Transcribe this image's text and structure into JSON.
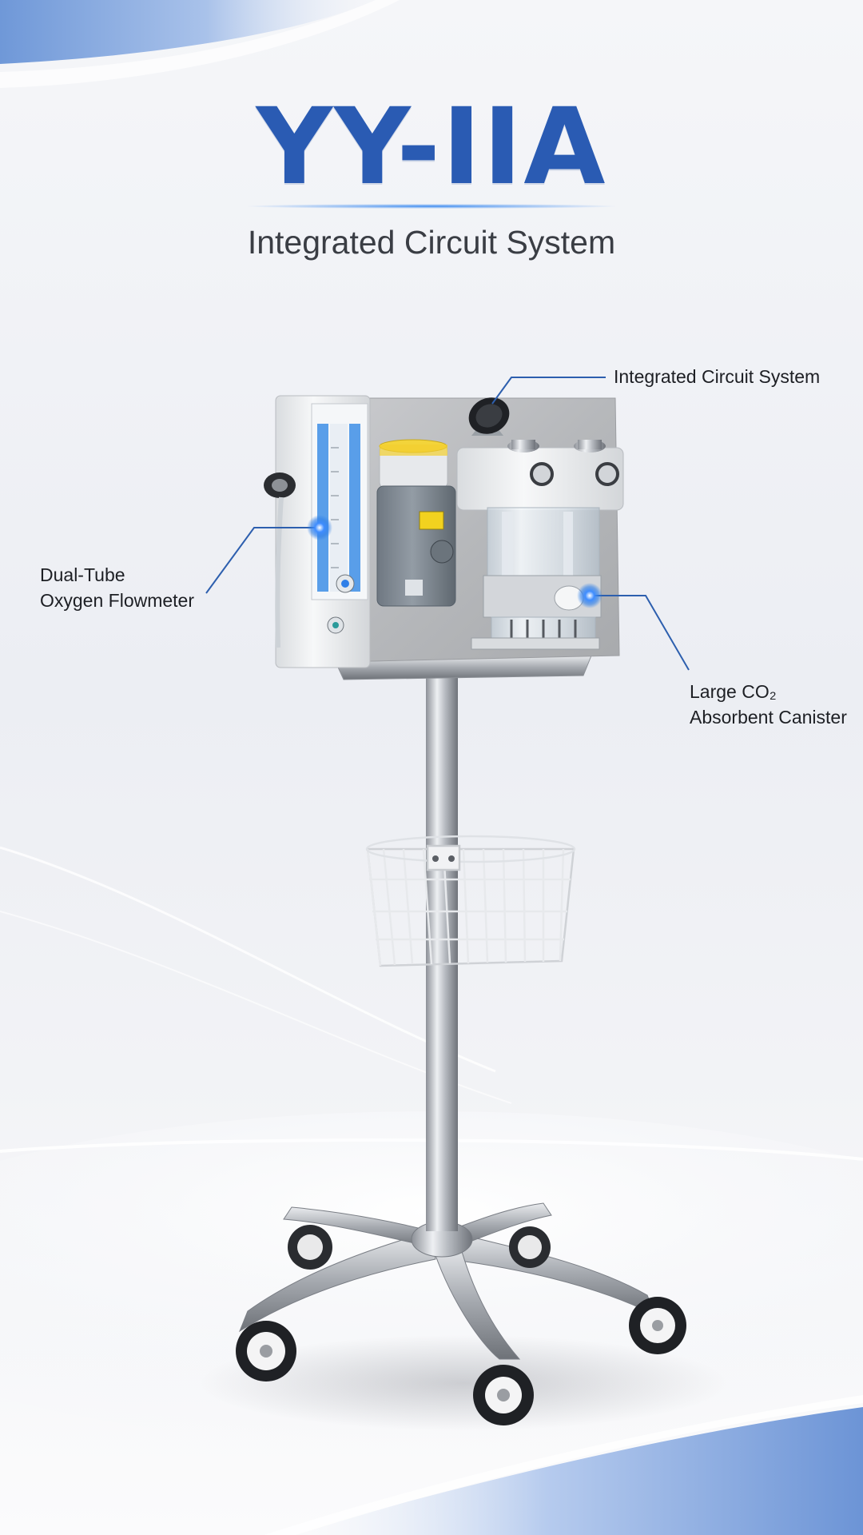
{
  "header": {
    "title": "YY-IIA",
    "subtitle": "Integrated Circuit System"
  },
  "callouts": {
    "circuit": {
      "label": "Integrated Circuit System"
    },
    "flowmeter": {
      "line1": "Dual-Tube",
      "line2": "Oxygen Flowmeter"
    },
    "canister": {
      "line1": "Large CO₂",
      "line2": "Absorbent Canister"
    }
  },
  "colors": {
    "brand_blue": "#2a5bb3",
    "accent_blue": "#2f7fe8",
    "callout_line": "#2d5fae",
    "body_text": "#1d1f24"
  }
}
